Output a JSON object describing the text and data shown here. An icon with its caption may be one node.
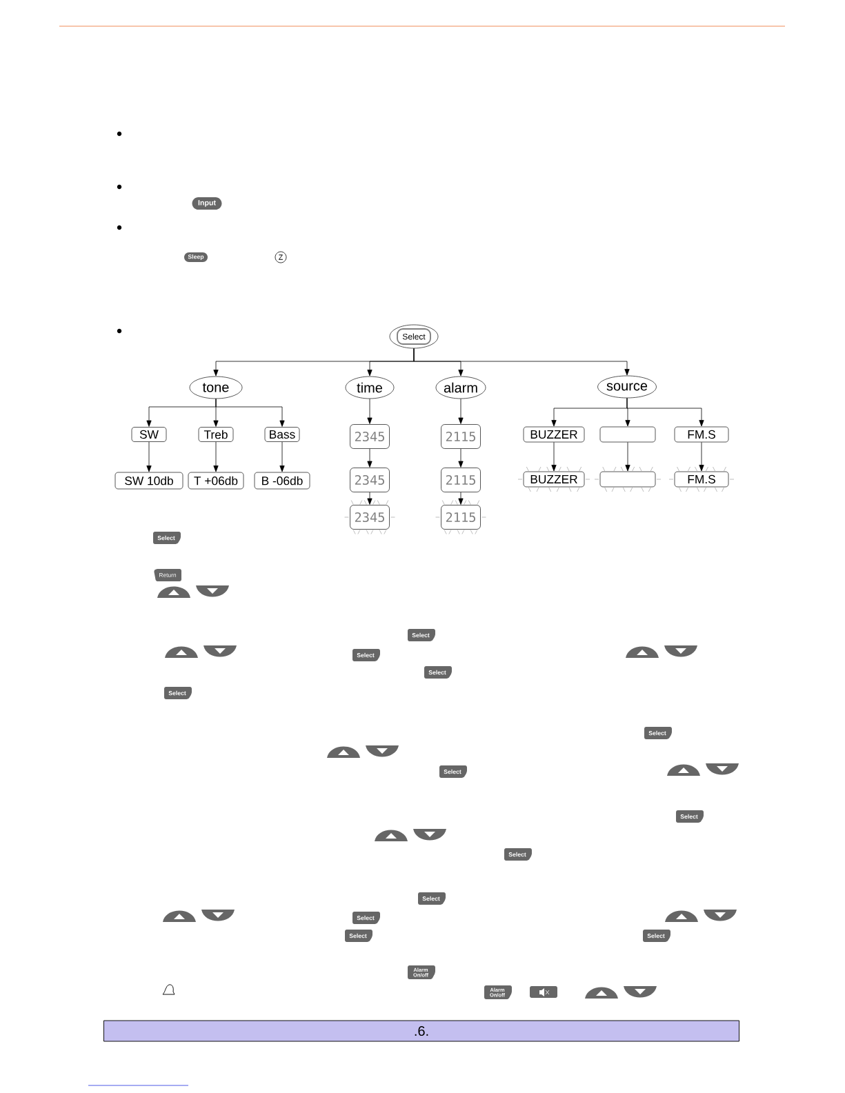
{
  "diagram": {
    "nodes": [
      {
        "text": [
          "Select"
        ]
      },
      {
        "text": [
          "tone"
        ]
      },
      {
        "text": [
          "time"
        ]
      },
      {
        "text": [
          "alarm"
        ]
      },
      {
        "text": [
          "source"
        ]
      },
      {
        "text": [
          "SW"
        ]
      },
      {
        "text": [
          "Treb"
        ]
      },
      {
        "text": [
          "Bass"
        ]
      },
      {
        "text": [
          "SW 10db"
        ]
      },
      {
        "text": [
          "T +06db"
        ]
      },
      {
        "text": [
          "B -06db"
        ]
      },
      {
        "text": [
          "2345"
        ]
      },
      {
        "text": [
          "2345"
        ]
      },
      {
        "text": [
          "2345"
        ]
      },
      {
        "text": [
          "2115"
        ]
      },
      {
        "text": [
          "2115"
        ]
      },
      {
        "text": [
          "2115"
        ]
      },
      {
        "text": [
          "BUZZER"
        ]
      },
      {
        "text": [],
        "shape": "box"
      },
      {
        "text": [
          "FM.S"
        ]
      },
      {
        "text": [
          "BUZZER"
        ]
      },
      {
        "text": [],
        "shape": "box"
      },
      {
        "text": [
          "FM.S"
        ]
      }
    ],
    "edges": [
      {
        "from": 0,
        "to": 1,
        "arrow": "to"
      },
      {
        "from": 0,
        "to": 2,
        "arrow": "to"
      },
      {
        "from": 0,
        "to": 3,
        "arrow": "to"
      },
      {
        "from": 0,
        "to": 4,
        "arrow": "to"
      },
      {
        "from": 1,
        "to": 5,
        "arrow": "to"
      },
      {
        "from": 1,
        "to": 6,
        "arrow": "to"
      },
      {
        "from": 1,
        "to": 7,
        "arrow": "to"
      },
      {
        "from": 5,
        "to": 8,
        "arrow": "to"
      },
      {
        "from": 6,
        "to": 9,
        "arrow": "to"
      },
      {
        "from": 7,
        "to": 10,
        "arrow": "to"
      },
      {
        "from": 2,
        "to": 11,
        "arrow": "to"
      },
      {
        "from": 11,
        "to": 12,
        "arrow": "to"
      },
      {
        "from": 12,
        "to": 13,
        "arrow": "to"
      },
      {
        "from": 3,
        "to": 14,
        "arrow": "to"
      },
      {
        "from": 14,
        "to": 15,
        "arrow": "to"
      },
      {
        "from": 15,
        "to": 16,
        "arrow": "to"
      },
      {
        "from": 4,
        "to": 17,
        "arrow": "to"
      },
      {
        "from": 4,
        "to": 18,
        "arrow": "to"
      },
      {
        "from": 4,
        "to": 19,
        "arrow": "to"
      },
      {
        "from": 17,
        "to": 20,
        "arrow": "to"
      },
      {
        "from": 18,
        "to": 21,
        "arrow": "to"
      },
      {
        "from": 19,
        "to": 22,
        "arrow": "to"
      }
    ],
    "labels": [
      "Input",
      "Sleep",
      "Z",
      "Select",
      "Return",
      "Select",
      "Select",
      "Select",
      "Select",
      "Select",
      "Select",
      "Select",
      "Select",
      "Select",
      "Select",
      "Select",
      "Select",
      "Alarm On/off",
      "Alarm On/off",
      ".6."
    ]
  }
}
